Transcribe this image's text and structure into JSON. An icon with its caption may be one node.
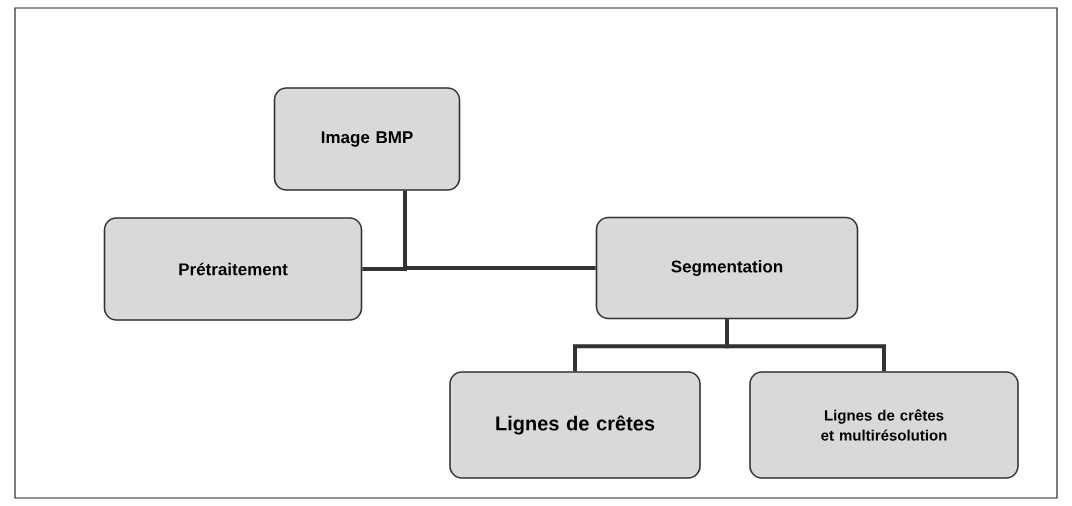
{
  "diagram": {
    "nodes": [
      {
        "text": [
          "Image BMP"
        ]
      },
      {
        "text": [
          "Prétraitement"
        ]
      },
      {
        "text": [
          "Segmentation"
        ]
      },
      {
        "text": [
          "Lignes de crêtes"
        ]
      },
      {
        "text": [
          "Lignes de crêtes et multirésolution"
        ]
      }
    ],
    "edges": [
      {
        "from": 0,
        "to": 1,
        "arrow": "none"
      },
      {
        "from": 0,
        "to": 2,
        "arrow": "none"
      },
      {
        "from": 2,
        "to": 3,
        "arrow": "none"
      },
      {
        "from": 2,
        "to": 4,
        "arrow": "none"
      }
    ]
  }
}
